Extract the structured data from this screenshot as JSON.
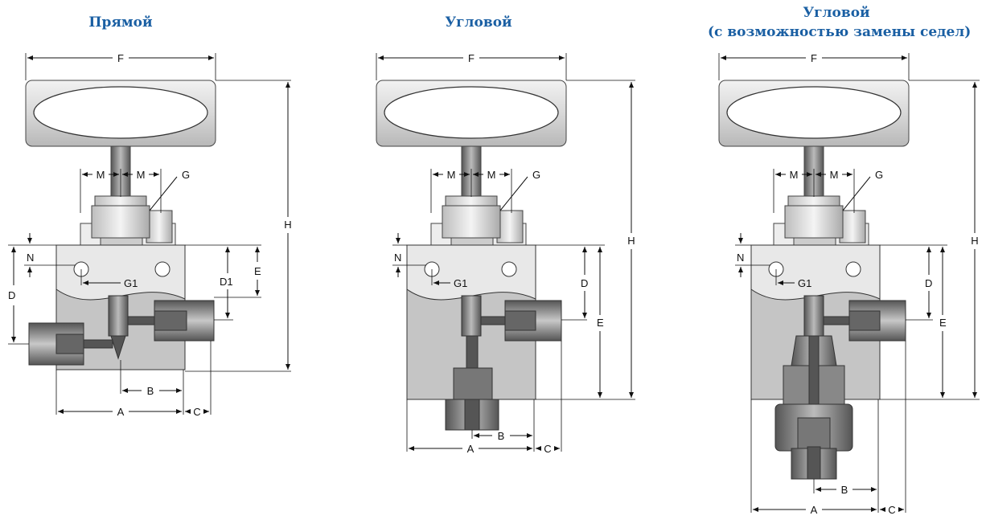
{
  "views": [
    {
      "title": "Прямой",
      "subtitle": ""
    },
    {
      "title": "Угловой",
      "subtitle": ""
    },
    {
      "title": "Угловой",
      "subtitle": "(с возможностью замены седел)"
    }
  ],
  "dimension_labels": {
    "A": "A",
    "B": "B",
    "C": "C",
    "D": "D",
    "D1": "D1",
    "E": "E",
    "F": "F",
    "G": "G",
    "G1": "G1",
    "H": "H",
    "M": "M",
    "N": "N"
  },
  "colors": {
    "title": "#1a5fa3",
    "body_light": "#e6e6e6",
    "body_cut": "#c4c4c4",
    "metal_dark": "#4a4a4a",
    "line": "#111111"
  }
}
